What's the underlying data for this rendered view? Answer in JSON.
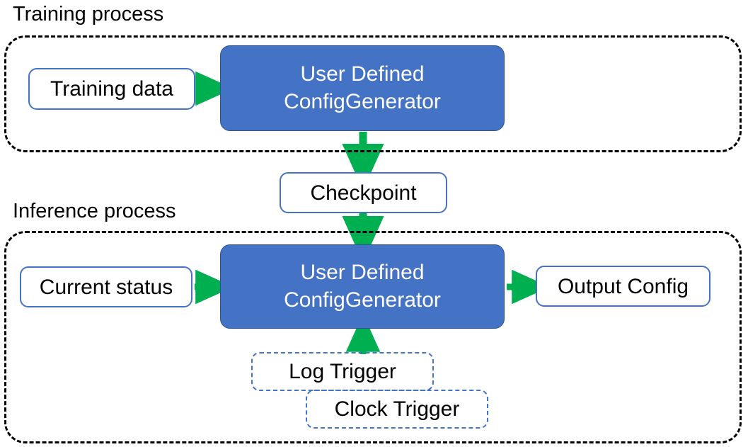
{
  "diagram": {
    "title_training": "Training process",
    "title_inference": "Inference process",
    "accent_blue": "#4472C4",
    "accent_blue_border": "#2F528F",
    "arrow_green": "#00B050",
    "container_black": "#000000",
    "training": {
      "input_box": "Training data",
      "process_box_line1": "User Defined",
      "process_box_line2": "ConfigGenerator"
    },
    "bridge": {
      "checkpoint_box": "Checkpoint"
    },
    "inference": {
      "input_box": "Current status",
      "process_box_line1": "User Defined",
      "process_box_line2": "ConfigGenerator",
      "output_box": "Output Config",
      "trigger_log": "Log Trigger",
      "trigger_clock": "Clock Trigger"
    }
  }
}
